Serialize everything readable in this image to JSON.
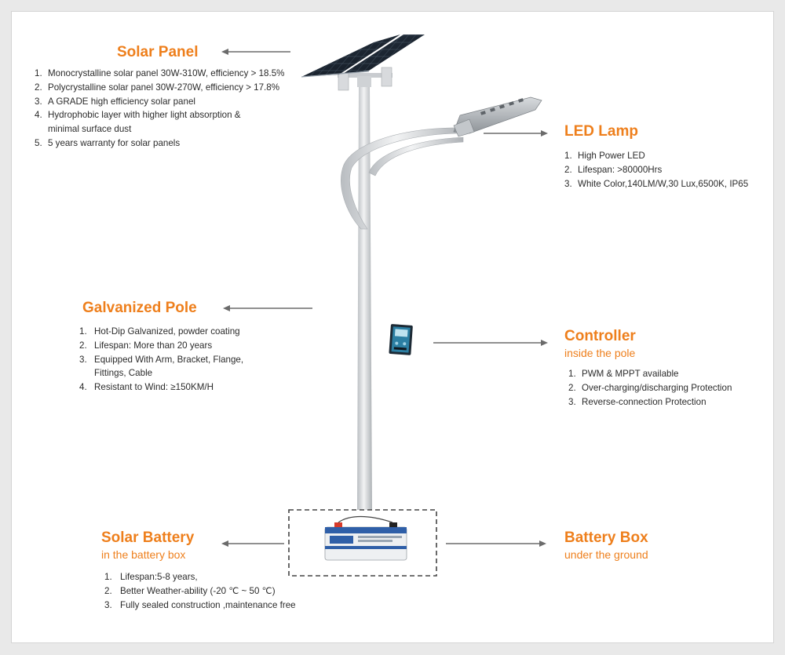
{
  "solar_panel": {
    "title": "Solar Panel",
    "items": [
      "Monocrystalline solar panel 30W-310W, efficiency > 18.5%",
      "Polycrystalline solar panel 30W-270W, efficiency > 17.8%",
      "A GRADE high efficiency solar panel",
      "Hydrophobic layer with higher light absorption &",
      "minimal surface dust",
      "5 years warranty for solar panels"
    ],
    "numbers": [
      "1.",
      "2.",
      "3.",
      "4.",
      "",
      "5."
    ]
  },
  "led_lamp": {
    "title": "LED Lamp",
    "items": [
      "High Power LED",
      "Lifespan: >80000Hrs",
      "White Color,140LM/W,30 Lux,6500K, IP65"
    ],
    "numbers": [
      "1.",
      "2.",
      "3."
    ]
  },
  "galvanized_pole": {
    "title": "Galvanized Pole",
    "items": [
      "Hot-Dip Galvanized, powder coating",
      "Lifespan: More than 20 years",
      "Equipped With Arm, Bracket, Flange,",
      "Fittings, Cable",
      "Resistant to Wind: ≥150KM/H"
    ],
    "numbers": [
      "1.",
      "2.",
      "3.",
      "",
      "4."
    ]
  },
  "controller": {
    "title": "Controller",
    "subtitle": "inside the pole",
    "items": [
      "PWM & MPPT available",
      "Over-charging/discharging Protection",
      "Reverse-connection Protection"
    ],
    "numbers": [
      "1.",
      "2.",
      "3."
    ]
  },
  "solar_battery": {
    "title": "Solar Battery",
    "subtitle": "in the battery box",
    "items": [
      "Lifespan:5-8 years,",
      "Better Weather-ability (-20 ℃ ~ 50 ℃)",
      "Fully sealed construction ,maintenance free"
    ],
    "numbers": [
      "1.",
      "2.",
      "3."
    ]
  },
  "battery_box": {
    "title": "Battery Box",
    "subtitle": "under the ground"
  },
  "colors": {
    "accent": "#ee7f1c",
    "text": "#2b2b2b",
    "arrow": "#6b6b6b",
    "pole": "#d6d9dc",
    "battery_blue": "#2f5fa8"
  },
  "icons": [
    "solar-panel-icon",
    "led-lamp-icon",
    "controller-icon",
    "battery-icon",
    "street-light-pole-icon"
  ]
}
